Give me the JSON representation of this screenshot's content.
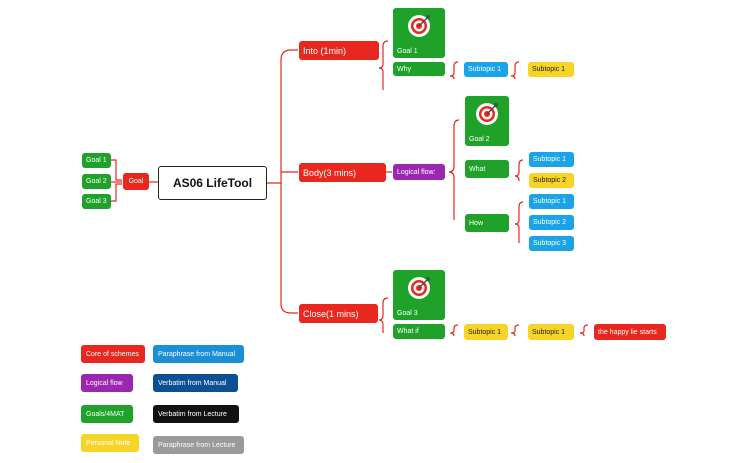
{
  "root": "AS06 LifeTool",
  "goal_hub": "Goal",
  "left_goals": [
    "Goal 1",
    "Goal 2",
    "Goal 3"
  ],
  "sections": {
    "intro": {
      "label": "Into (1min)",
      "goal": "Goal 1",
      "why": "Why",
      "subtopic_a": "Subtopic 1",
      "subtopic_b": "Subtopic 1"
    },
    "body": {
      "label": "Body(3 mins)",
      "flow": "Logical flow:",
      "goal": "Goal 2",
      "what": "What",
      "what_subtopics": [
        "Subtopic 1",
        "Subtopic 2"
      ],
      "how": "How",
      "how_subtopics": [
        "Subtopic 1",
        "Subtopic 2",
        "Subtopic 3"
      ]
    },
    "close": {
      "label": "Close(1 mins)",
      "goal": "Goal 3",
      "whatif": "What if",
      "subtopic_a": "Subtopic 1",
      "subtopic_b": "Subtopic 1",
      "note": "the happy lie starts"
    }
  },
  "legend": [
    {
      "label": "Core of schemes",
      "color": "#e8281f"
    },
    {
      "label": "Paraphrase from Manual",
      "color": "#1a8fd6"
    },
    {
      "label": "Logical flow",
      "color": "#9b27b0"
    },
    {
      "label": "Verbatim from Manual",
      "color": "#0c4f94"
    },
    {
      "label": "Goals/4MAT",
      "color": "#1fa12a"
    },
    {
      "label": "Verbatim from Lecture",
      "color": "#111111"
    },
    {
      "label": "Personal Note",
      "color": "#f7d428"
    },
    {
      "label": "Paraphrase from Lecture",
      "color": "#9a9a9a"
    }
  ],
  "icons": {
    "goal_card": "target-icon"
  },
  "colors": {
    "connector": "#e8281f",
    "core": "#e8281f",
    "goal": "#1fa12a",
    "subtopic": "#1aa3e6",
    "note": "#f7d428"
  }
}
